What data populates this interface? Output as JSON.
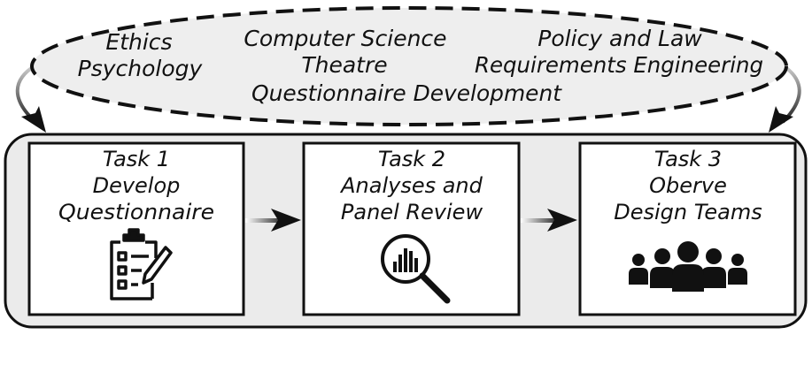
{
  "disciplines": {
    "ethics": "Ethics",
    "psychology": "Psychology",
    "computer_science": "Computer Science",
    "theatre": "Theatre",
    "policy_law": "Policy and Law",
    "requirements_engineering": "Requirements Engineering",
    "questionnaire_development": "Questionnaire Development"
  },
  "tasks": [
    {
      "lines": [
        "Task 1",
        "Develop",
        "Questionnaire"
      ],
      "icon": "clipboard-checklist-icon"
    },
    {
      "lines": [
        "Task 2",
        "Analyses and",
        "Panel Review"
      ],
      "icon": "magnifier-bar-chart-icon"
    },
    {
      "lines": [
        "Task 3",
        "Oberve",
        "Design Teams"
      ],
      "icon": "team-people-icon"
    }
  ],
  "colors": {
    "stroke": "#111111",
    "ellipse_fill": "#eeeeee",
    "container_fill": "#ebebeb",
    "box_fill": "#ffffff"
  }
}
